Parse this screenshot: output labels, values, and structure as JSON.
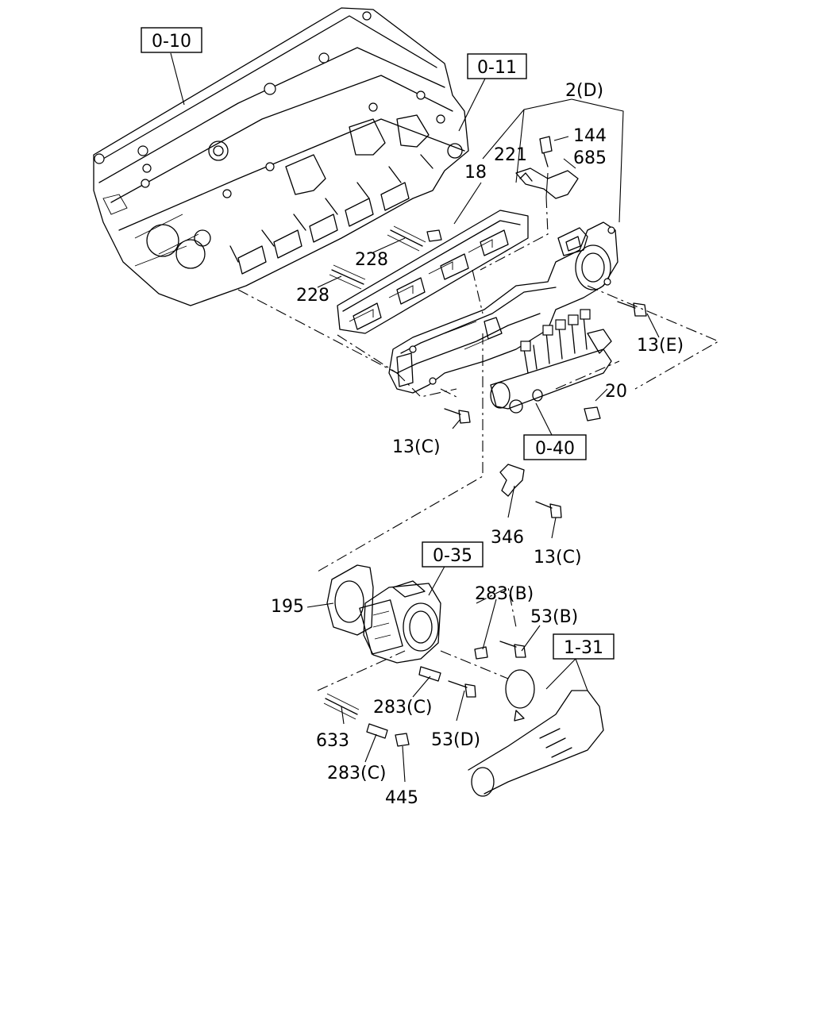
{
  "refs": {
    "r010": "0-10",
    "r011": "0-11",
    "r040": "0-40",
    "r035": "0-35",
    "r131": "1-31"
  },
  "labels": {
    "l2d": "2(D)",
    "l144": "144",
    "l685": "685",
    "l221": "221",
    "l18": "18",
    "l228a": "228",
    "l228b": "228",
    "l13e": "13(E)",
    "l20": "20",
    "l13c1": "13(C)",
    "l346": "346",
    "l13c2": "13(C)",
    "l195": "195",
    "l283b": "283(B)",
    "l53b": "53(B)",
    "l283c1": "283(C)",
    "l53d": "53(D)",
    "l633": "633",
    "l283c2": "283(C)",
    "l445": "445"
  }
}
